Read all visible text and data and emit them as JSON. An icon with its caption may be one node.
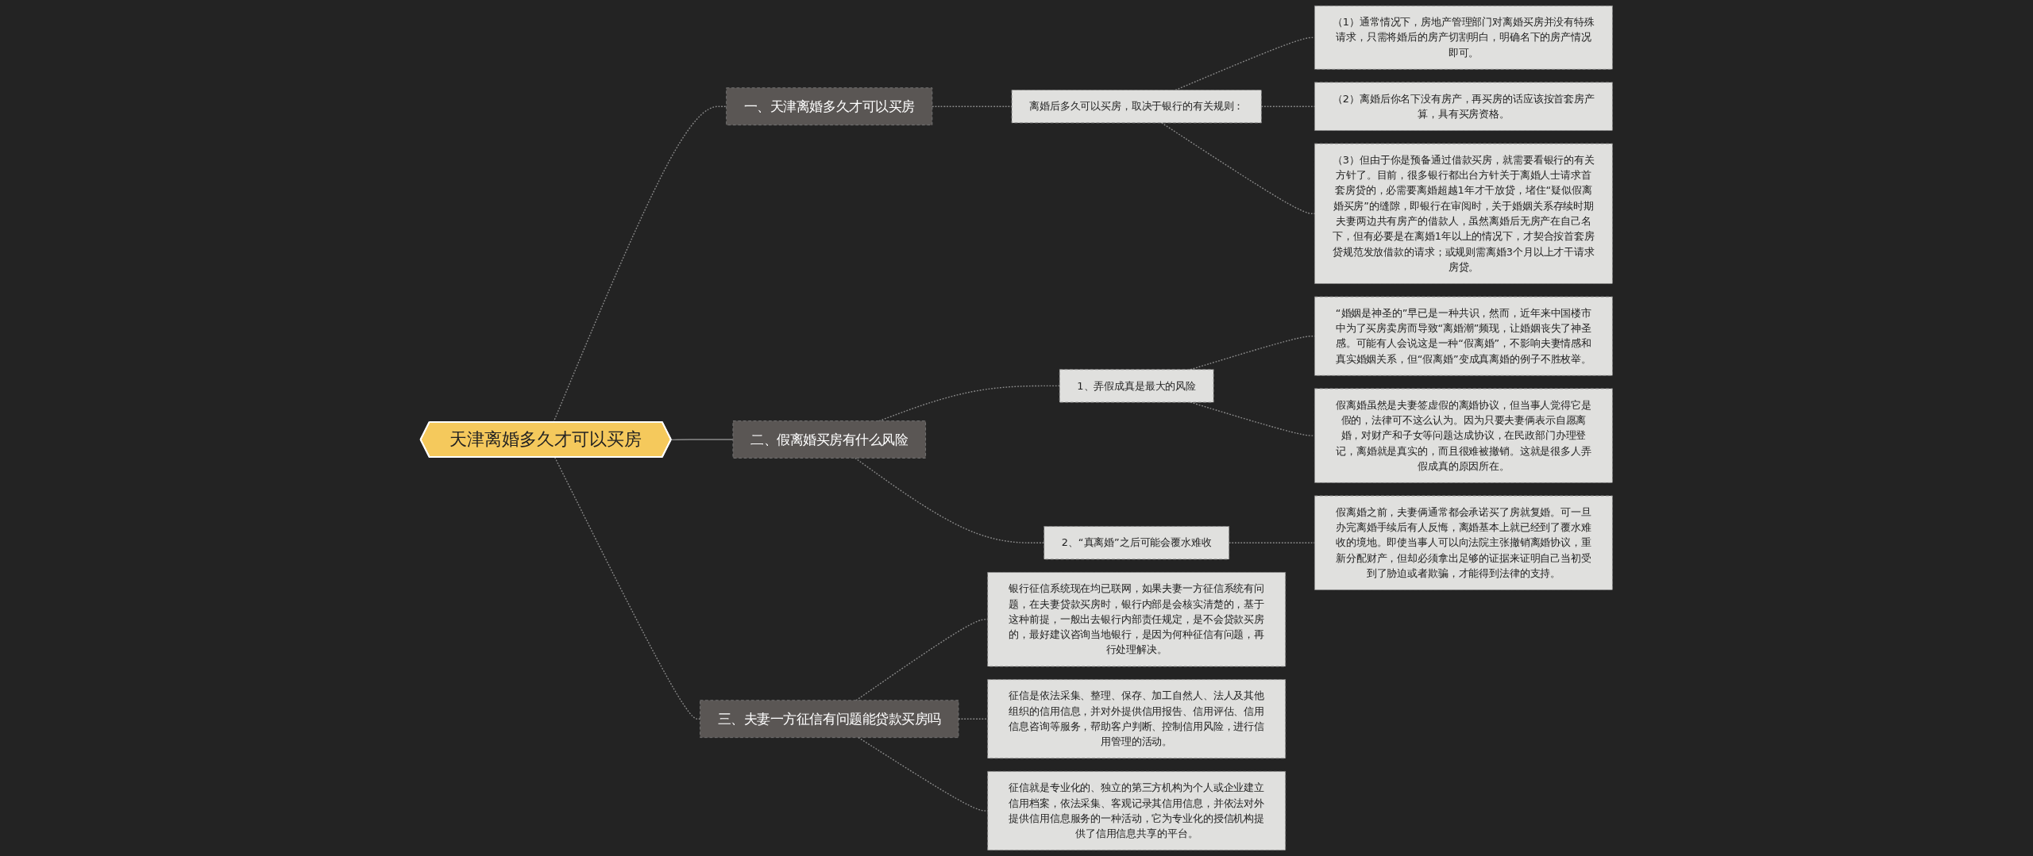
{
  "diagram": {
    "nodes": [
      {
        "text": [
          "天津离婚多久才可以买房"
        ]
      },
      {
        "text": [
          "一、天津离婚多久才可以买房"
        ]
      },
      {
        "text": [
          "离婚后多久可以买房，取决于银行的有关规则："
        ]
      },
      {
        "text": [
          "（1）通常情况下，房地产管理部门对离婚买房并没有特殊请求，只需将婚后的房产切割明白，明确名下的房产情况即可。"
        ]
      },
      {
        "text": [
          "（2）离婚后你名下没有房产，再买房的话应该按首套房产算，具有买房资格。"
        ]
      },
      {
        "text": [
          "（3）但由于你是预备通过借款买房，就需要看银行的有关方针了。目前，很多银行都出台方针关于离婚人士请求首套房贷的，必需要离婚超越1年才干放贷，堵住“疑似假离婚买房”的缝隙，即银行在审阅时，关于婚姻关系存续时期夫妻两边共有房产的借款人，虽然离婚后无房产在自己名下，但有必要是在离婚1年以上的情况下，才契合按首套房贷规范发放借款的请求；或规则需离婚3个月以上才干请求房贷。"
        ]
      },
      {
        "text": [
          "二、假离婚买房有什么风险"
        ]
      },
      {
        "text": [
          "1、弄假成真是最大的风险"
        ]
      },
      {
        "text": [
          "“婚姻是神圣的”早已是一种共识，然而，近年来中国楼市中为了买房卖房而导致“离婚潮”频现，让婚姻丧失了神圣感。可能有人会说这是一种“假离婚”，不影响夫妻情感和真实婚姻关系，但“假离婚”变成真离婚的例子不胜枚举。"
        ]
      },
      {
        "text": [
          "假离婚虽然是夫妻签虚假的离婚协议，但当事人觉得它是假的，法律可不这么认为。因为只要夫妻俩表示自愿离婚，对财产和子女等问题达成协议，在民政部门办理登记，离婚就是真实的，而且很难被撤销。这就是很多人弄假成真的原因所在。"
        ]
      },
      {
        "text": [
          "2、“真离婚”之后可能会覆水难收"
        ]
      },
      {
        "text": [
          "假离婚之前，夫妻俩通常都会承诺买了房就复婚。可一旦办完离婚手续后有人反悔，离婚基本上就已经到了覆水难收的境地。即使当事人可以向法院主张撤销离婚协议，重新分配财产，但却必须拿出足够的证据来证明自己当初受到了胁迫或者欺骗，才能得到法律的支持。"
        ]
      },
      {
        "text": [
          "三、夫妻一方征信有问题能贷款买房吗"
        ]
      },
      {
        "text": [
          "银行征信系统现在均已联网，如果夫妻一方征信系统有问题，在夫妻贷款买房时，银行内部是会核实清楚的，基于这种前提，一般出去银行内部责任规定，是不会贷款买房的，最好建议咨询当地银行，是因为何种征信有问题，再行处理解决。"
        ]
      },
      {
        "text": [
          "征信是依法采集、整理、保存、加工自然人、法人及其他组织的信用信息，并对外提供信用报告、信用评估、信用信息咨询等服务，帮助客户判断、控制信用风险，进行信用管理的活动。"
        ]
      },
      {
        "text": [
          "征信就是专业化的、独立的第三方机构为个人或企业建立信用档案，依法采集、客观记录其信用信息，并依法对外提供信用信息服务的一种活动，它为专业化的授信机构提供了信用信息共享的平台。"
        ]
      }
    ],
    "edges": [
      {
        "from": 0,
        "to": 1,
        "arrow": "none",
        "style": "dashed"
      },
      {
        "from": 1,
        "to": 2,
        "arrow": "none",
        "style": "dashed"
      },
      {
        "from": 2,
        "to": 3,
        "arrow": "none",
        "style": "dashed"
      },
      {
        "from": 2,
        "to": 4,
        "arrow": "none",
        "style": "dashed"
      },
      {
        "from": 2,
        "to": 5,
        "arrow": "none",
        "style": "dashed"
      },
      {
        "from": 0,
        "to": 6,
        "arrow": "none"
      },
      {
        "from": 6,
        "to": 7,
        "arrow": "none",
        "style": "dashed"
      },
      {
        "from": 7,
        "to": 8,
        "arrow": "none",
        "style": "dashed"
      },
      {
        "from": 7,
        "to": 9,
        "arrow": "none",
        "style": "dashed"
      },
      {
        "from": 6,
        "to": 10,
        "arrow": "none",
        "style": "dashed"
      },
      {
        "from": 10,
        "to": 11,
        "arrow": "none",
        "style": "dashed"
      },
      {
        "from": 0,
        "to": 12,
        "arrow": "none",
        "style": "dashed"
      },
      {
        "from": 12,
        "to": 13,
        "arrow": "none",
        "style": "dashed"
      },
      {
        "from": 12,
        "to": 14,
        "arrow": "none",
        "style": "dashed"
      },
      {
        "from": 12,
        "to": 15,
        "arrow": "none",
        "style": "dashed"
      }
    ]
  }
}
